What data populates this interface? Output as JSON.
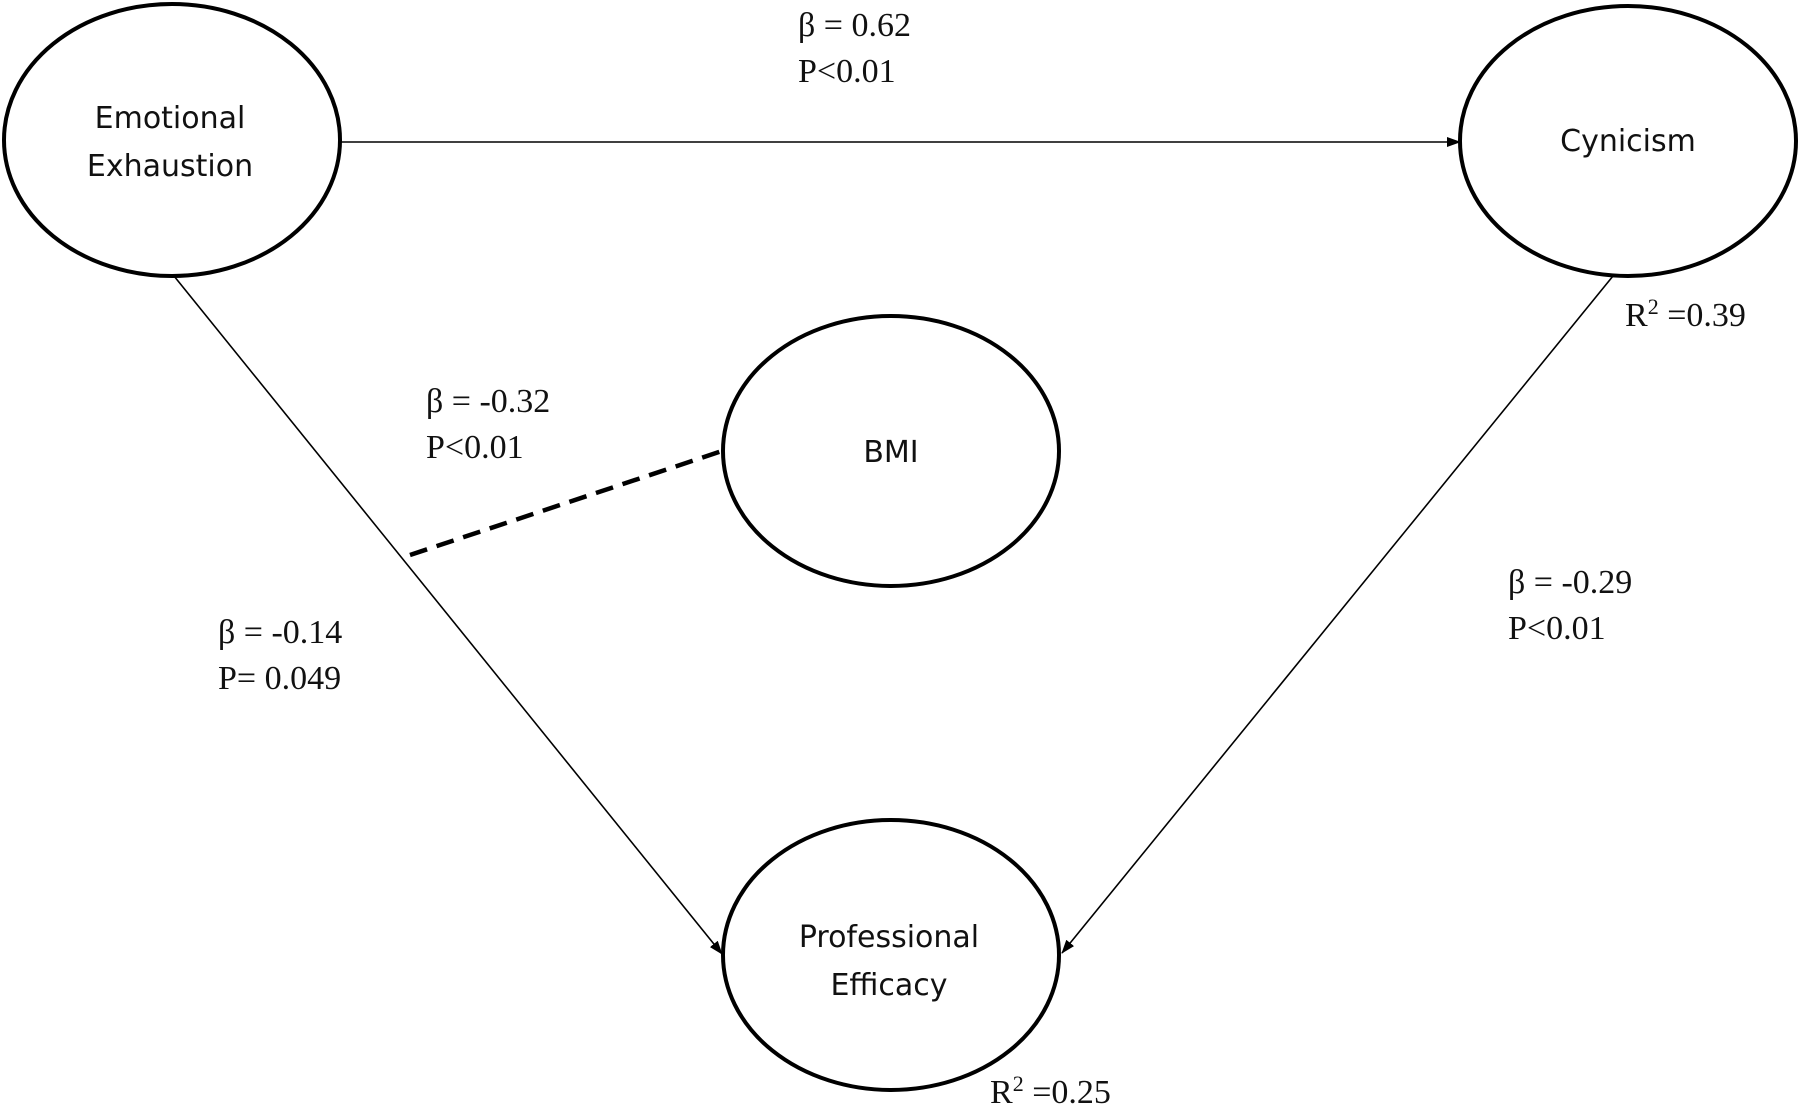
{
  "nodes": {
    "emotional_exhaustion": {
      "line1": "Emotional",
      "line2": "Exhaustion"
    },
    "cynicism": {
      "label": "Cynicism"
    },
    "bmi": {
      "label": "BMI"
    },
    "professional_efficacy": {
      "line1": "Professional",
      "line2": "Efficacy"
    }
  },
  "paths": {
    "ee_to_cynicism": {
      "beta": "β = 0.62",
      "p": "P<0.01"
    },
    "bmi_moderation": {
      "beta": "β = -0.32",
      "p": "P<0.01"
    },
    "ee_to_pe": {
      "beta": "β = -0.14",
      "p": "P= 0.049"
    },
    "cynicism_to_pe": {
      "beta": "β = -0.29",
      "p": "P<0.01"
    }
  },
  "r_squared": {
    "cynicism": {
      "base": "R",
      "sup": "2",
      "value": " =0.39"
    },
    "professional_efficacy": {
      "base": "R",
      "sup": "2",
      "value": " =0.25"
    }
  },
  "colors": {
    "line": "#000000",
    "background": "#ffffff"
  }
}
